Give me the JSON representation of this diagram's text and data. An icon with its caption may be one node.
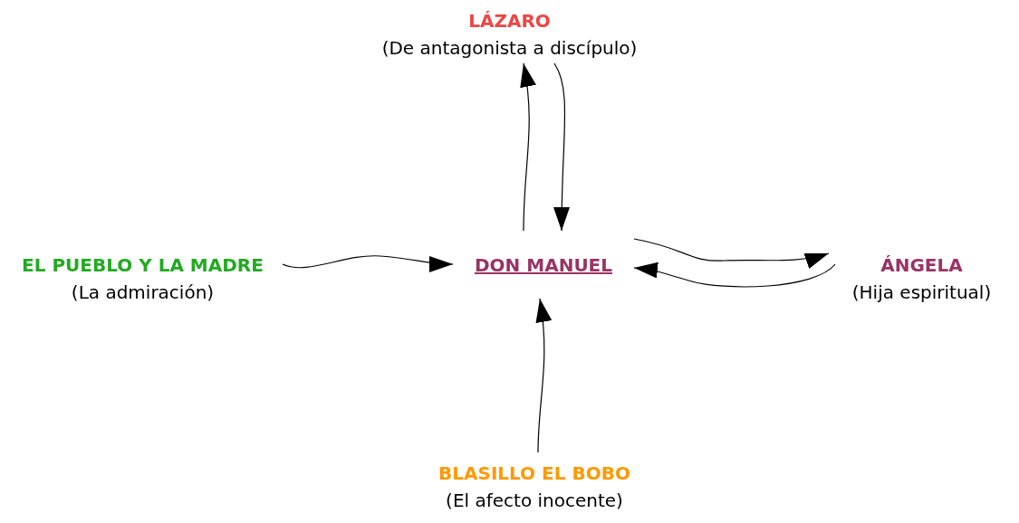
{
  "diagram": {
    "nodes": [
      {
        "text": [
          "LÁZARO",
          "(De antagonista a discípulo)"
        ]
      },
      {
        "text": [
          "EL PUEBLO Y LA MADRE",
          "(La admiración)"
        ]
      },
      {
        "text": [
          "DON MANUEL"
        ]
      },
      {
        "text": [
          "ÁNGELA",
          "(Hija espiritual)"
        ]
      },
      {
        "text": [
          "BLASILLO EL BOBO",
          "(El afecto inocente)"
        ]
      }
    ],
    "edges": [
      {
        "from": 2,
        "to": 0,
        "arrow": "to"
      },
      {
        "from": 0,
        "to": 2,
        "arrow": "to"
      },
      {
        "from": 1,
        "to": 2,
        "arrow": "to"
      },
      {
        "from": 2,
        "to": 3,
        "arrow": "to"
      },
      {
        "from": 3,
        "to": 2,
        "arrow": "to"
      },
      {
        "from": 4,
        "to": 2,
        "arrow": "to"
      }
    ]
  }
}
